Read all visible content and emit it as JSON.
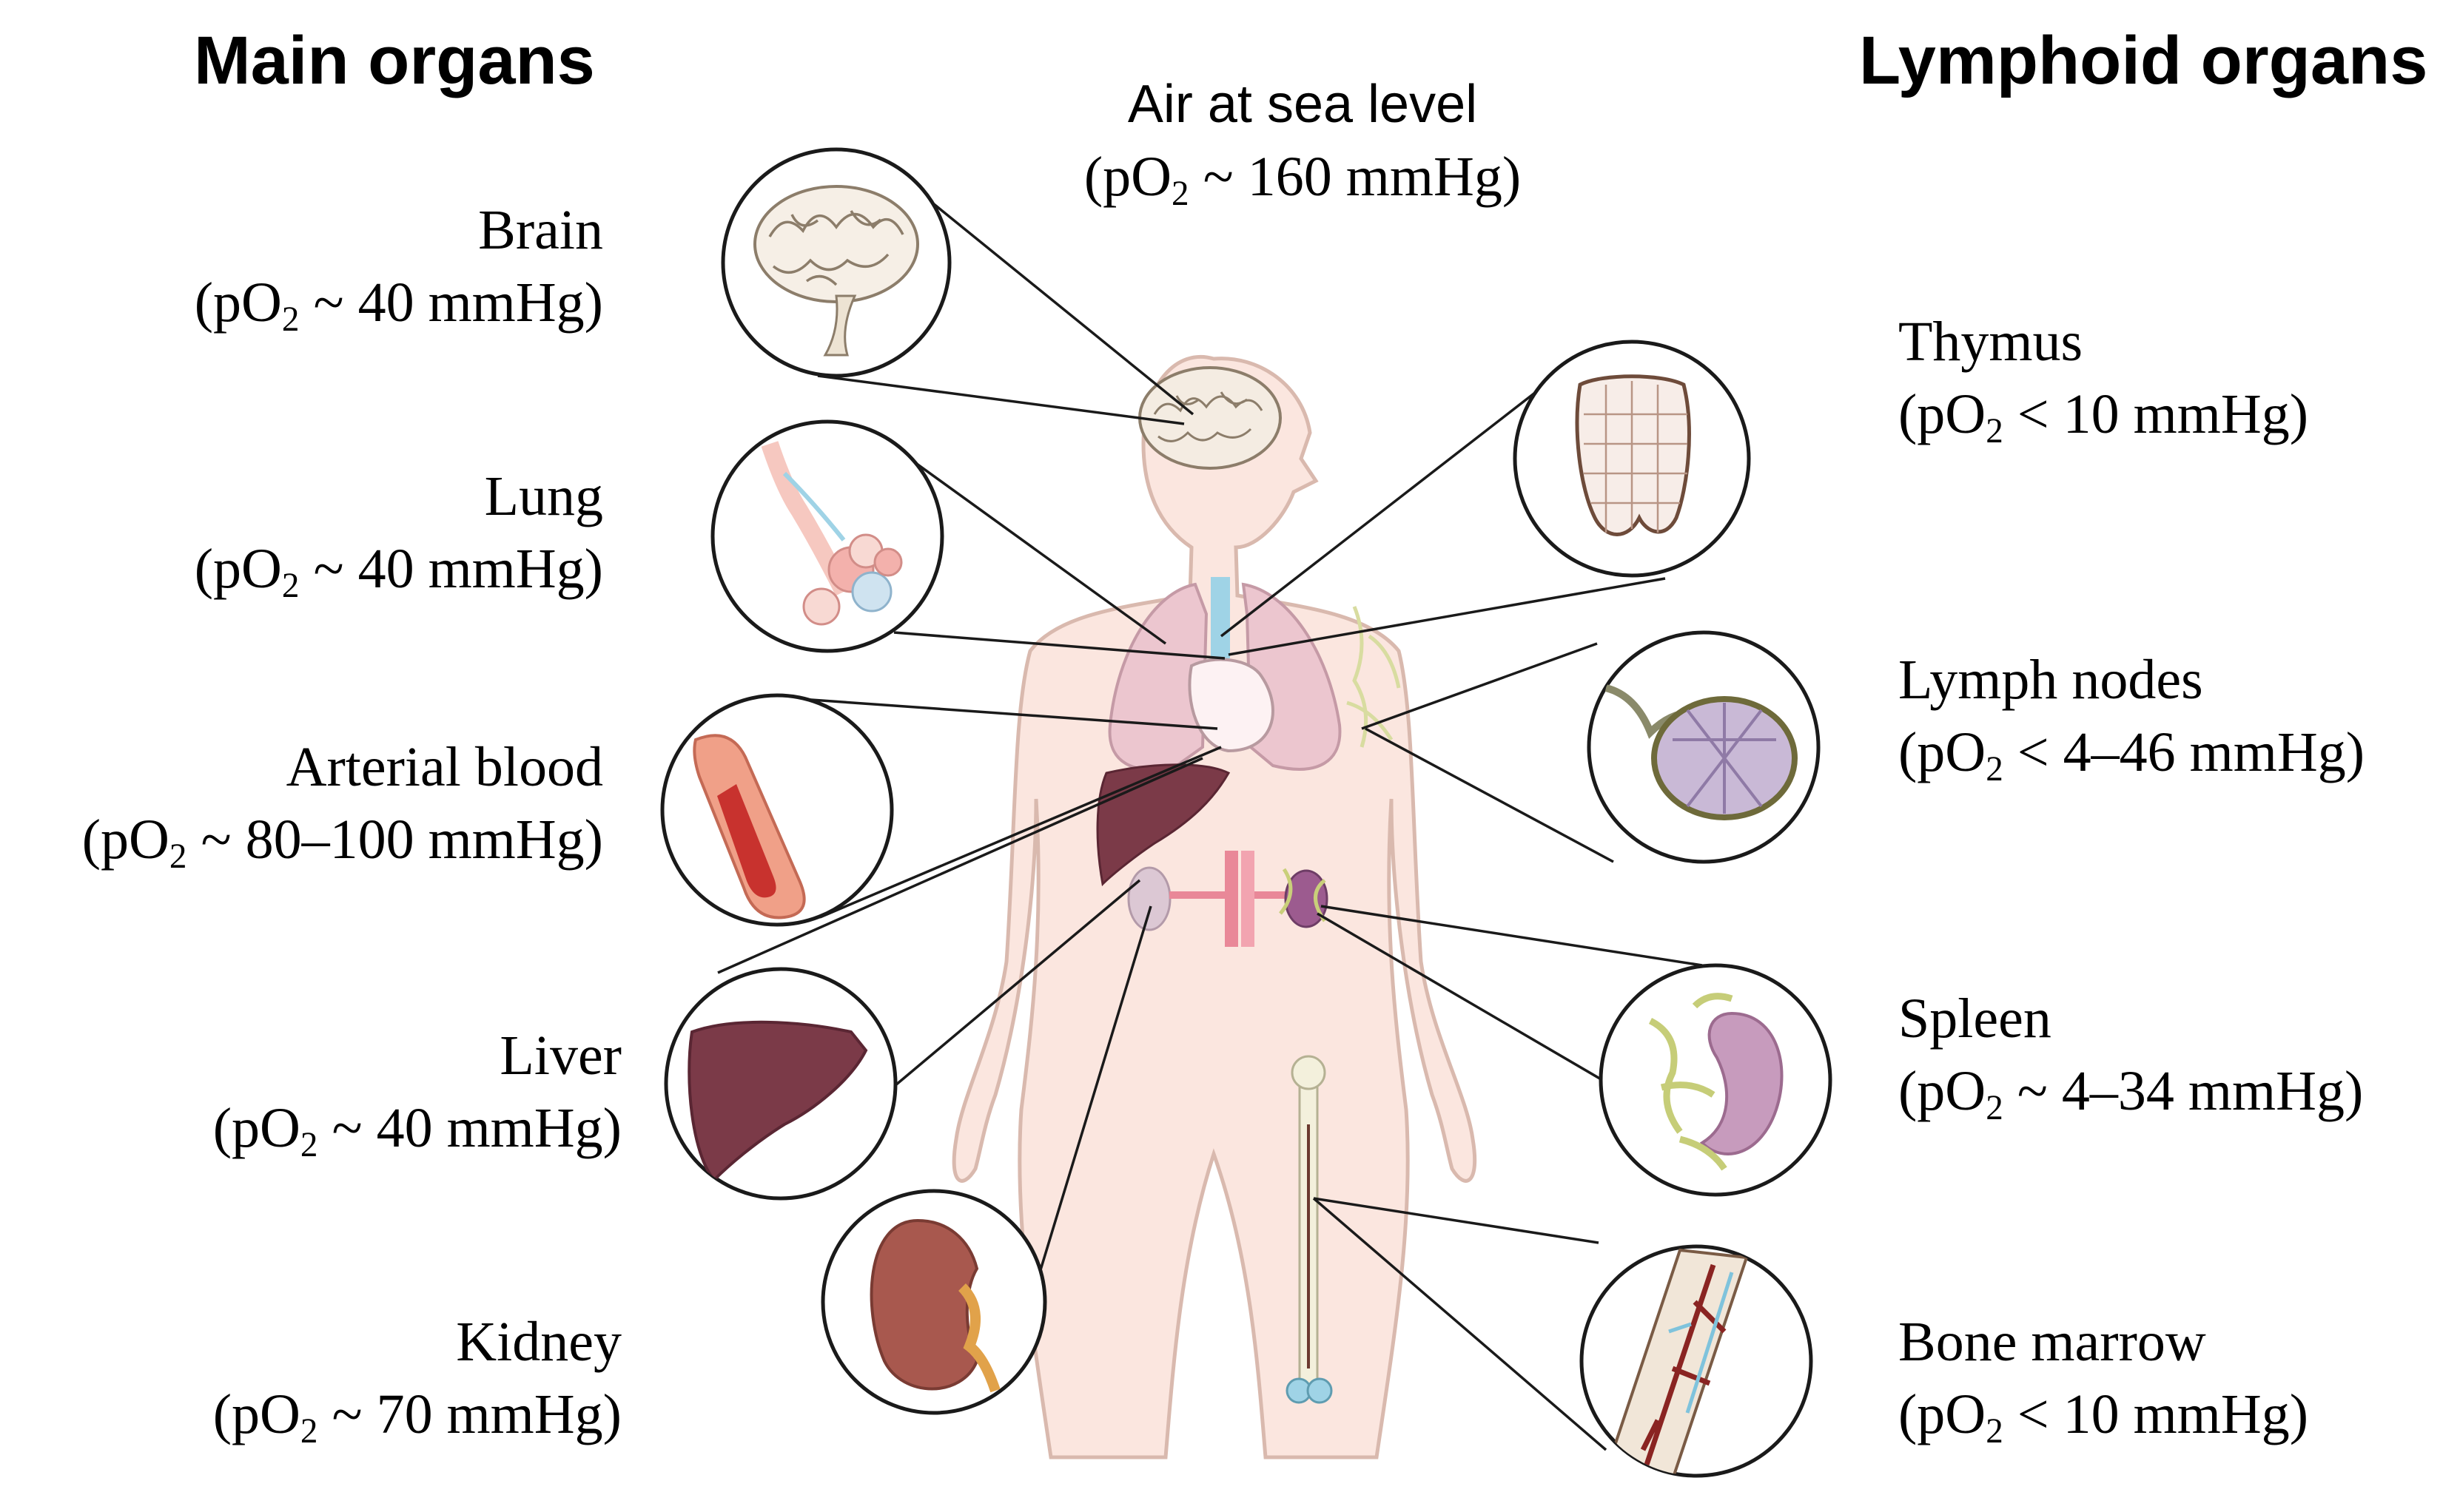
{
  "headers": {
    "main_organs": "Main organs",
    "lymphoid_organs": "Lymphoid organs"
  },
  "air": {
    "title": "Air at sea level",
    "value": "(pO2 ~ 160 mmHg)"
  },
  "main_organs": [
    {
      "name": "Brain",
      "value": "(pO2 ~ 40 mmHg)"
    },
    {
      "name": "Lung",
      "value": "(pO2 ~ 40 mmHg)"
    },
    {
      "name": "Arterial blood",
      "value": "(pO2 ~ 80–100 mmHg)"
    },
    {
      "name": "Liver",
      "value": "(pO2 ~ 40 mmHg)"
    },
    {
      "name": "Kidney",
      "value": "(pO2 ~ 70 mmHg)"
    }
  ],
  "lymphoid_organs": [
    {
      "name": "Thymus",
      "value": "(pO2 < 10 mmHg)"
    },
    {
      "name": "Lymph nodes",
      "value": "(pO2 < 4–46 mmHg)"
    },
    {
      "name": "Spleen",
      "value": "(pO2 ~ 4–34 mmHg)"
    },
    {
      "name": "Bone marrow",
      "value": "(pO2 < 10 mmHg)"
    }
  ],
  "colors": {
    "body_fill": "#fbe6df",
    "body_stroke": "#d9b9ae",
    "liver": "#7b3a48",
    "lung": "#ecc6cf",
    "kidney": "#a8584e",
    "spleen": "#c79bbd",
    "lymph": "#d8dca0",
    "line": "#1a1a1a"
  }
}
